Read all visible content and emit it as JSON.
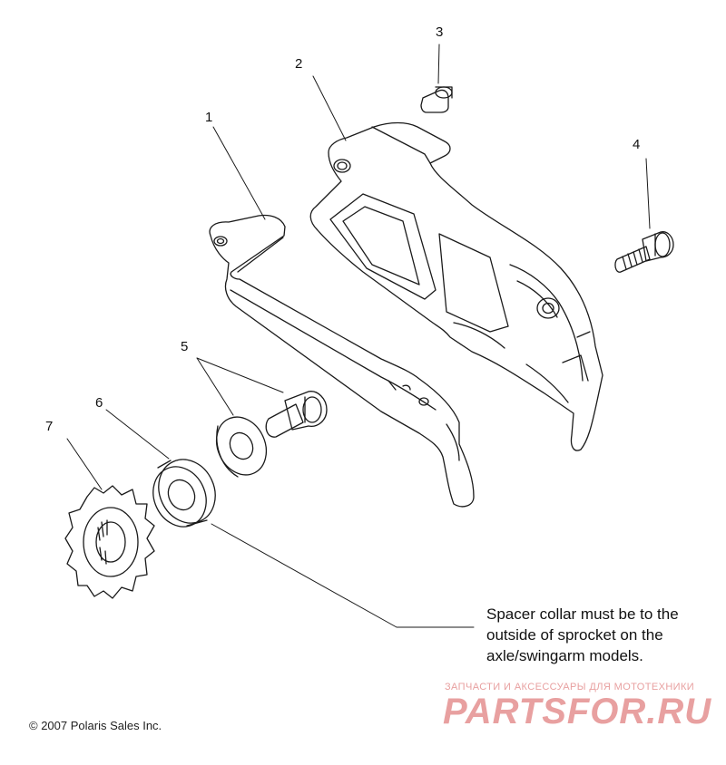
{
  "callouts": [
    "1",
    "2",
    "3",
    "4",
    "5",
    "6",
    "7"
  ],
  "note": {
    "line1": "Spacer collar must be to the",
    "line2": "outside of sprocket on the",
    "line3": "axle/swingarm models."
  },
  "copyright": "© 2007 Polaris Sales Inc.",
  "watermark": {
    "tagline": "ЗАПЧАСТИ И АКСЕССУАРЫ ДЛЯ МОТОТЕХНИКИ",
    "logo": "PARTSFOR.RU",
    "color": "#e8a0a0"
  }
}
